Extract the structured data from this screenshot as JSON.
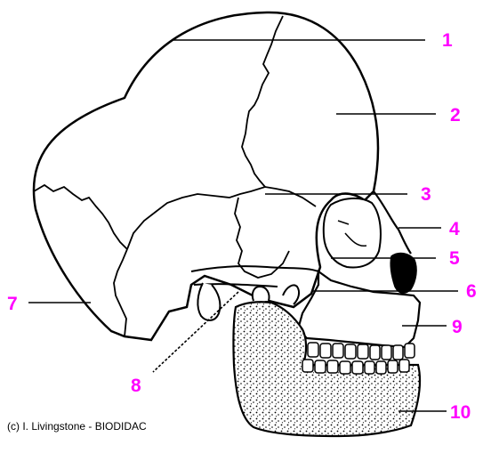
{
  "diagram": {
    "label_color": "#ff00ff",
    "line_color": "#000000",
    "labels": [
      {
        "id": "1",
        "text": "1"
      },
      {
        "id": "2",
        "text": "2"
      },
      {
        "id": "3",
        "text": "3"
      },
      {
        "id": "4",
        "text": "4"
      },
      {
        "id": "5",
        "text": "5"
      },
      {
        "id": "6",
        "text": "6"
      },
      {
        "id": "7",
        "text": "7"
      },
      {
        "id": "8",
        "text": "8"
      },
      {
        "id": "9",
        "text": "9"
      },
      {
        "id": "10",
        "text": "10"
      }
    ]
  },
  "credit": "(c) I. Livingstone - BIODIDAC"
}
